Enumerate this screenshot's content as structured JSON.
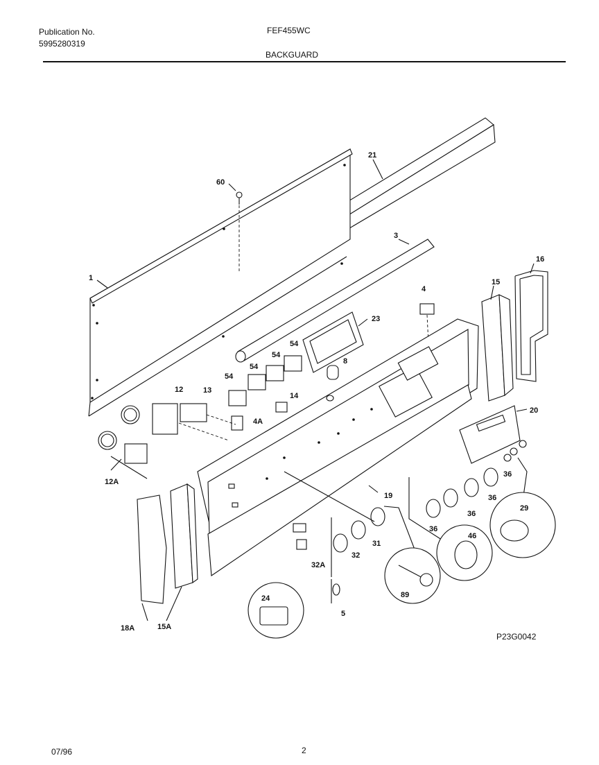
{
  "header": {
    "publication_label": "Publication No.",
    "publication_number": "5995280319",
    "model": "FEF455WC",
    "section": "BACKGUARD"
  },
  "footer": {
    "date": "07/96",
    "page": "2",
    "figure_code": "P23G0042"
  },
  "callouts": {
    "c60": "60",
    "c21": "21",
    "c3": "3",
    "c1": "1",
    "c4": "4",
    "c23": "23",
    "c16": "16",
    "c15": "15",
    "c54a": "54",
    "c54b": "54",
    "c54c": "54",
    "c54d": "54",
    "c8": "8",
    "c12": "12",
    "c13": "13",
    "c14": "14",
    "c4A": "4A",
    "c20": "20",
    "c12A": "12A",
    "c36a": "36",
    "c36b": "36",
    "c36c": "36",
    "c36d": "36",
    "c19": "19",
    "c29": "29",
    "c46": "46",
    "c31": "31",
    "c32": "32",
    "c32A": "32A",
    "c89": "89",
    "c24": "24",
    "c5": "5",
    "c18A": "18A",
    "c15A": "15A"
  }
}
